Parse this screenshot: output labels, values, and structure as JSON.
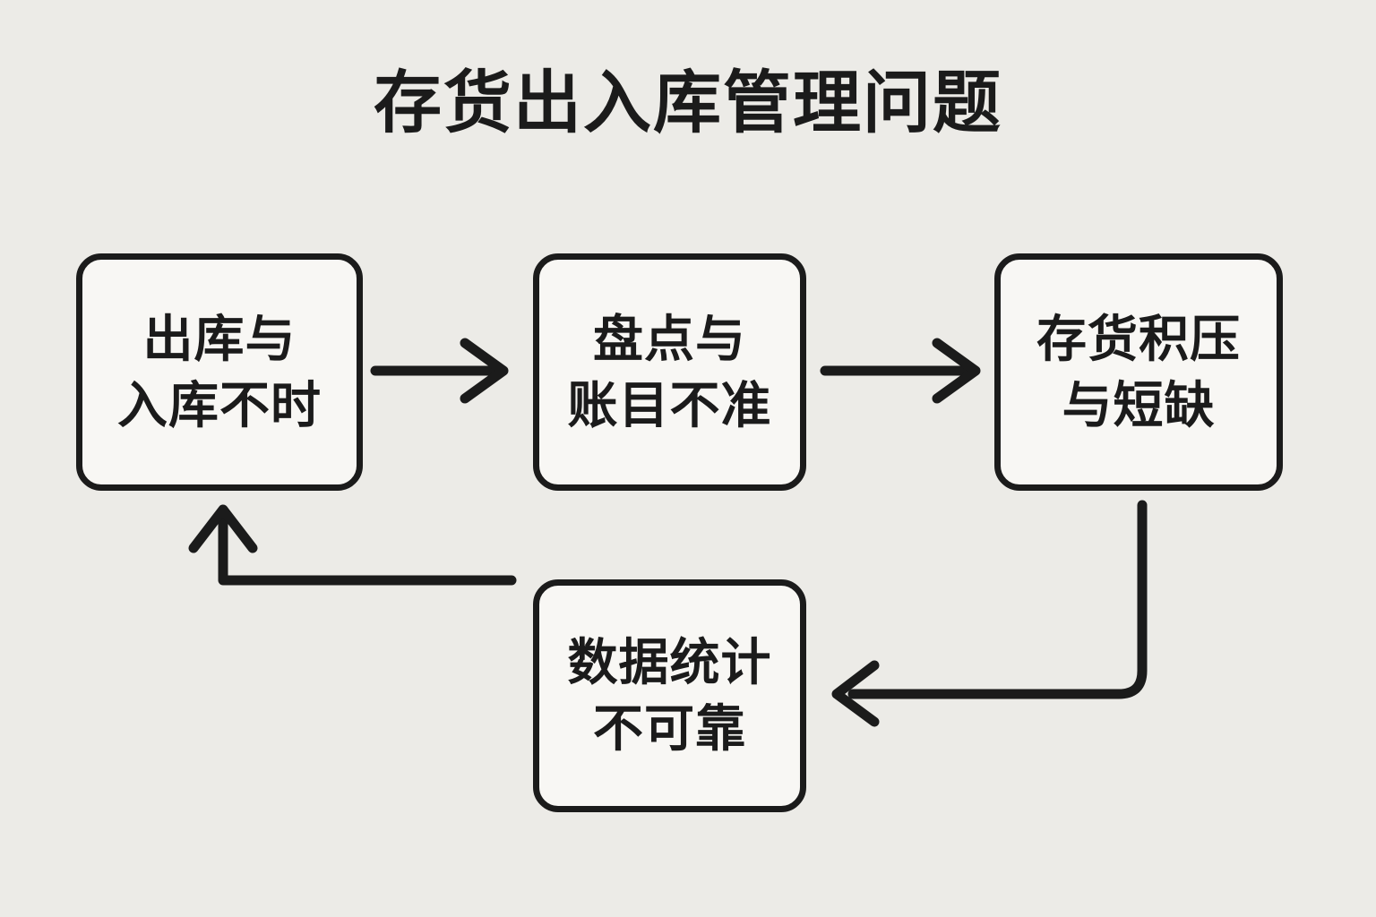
{
  "page": {
    "title": "存货出入库管理问题",
    "background_color": "#ECEBE7",
    "ink_color": "#1B1B1B",
    "node_fill_color": "#F8F7F4"
  },
  "diagram": {
    "type": "cycle-flowchart",
    "nodes": [
      {
        "id": "node-1",
        "line1": "出库与",
        "line2": "入库不时"
      },
      {
        "id": "node-2",
        "line1": "盘点与",
        "line2": "账目不准"
      },
      {
        "id": "node-3",
        "line1": "存货积压",
        "line2": "与短缺"
      },
      {
        "id": "node-4",
        "line1": "数据统计",
        "line2": "不可靠"
      }
    ],
    "edges": [
      {
        "id": "edge-1-2",
        "from": "node-1",
        "to": "node-2",
        "direction": "right"
      },
      {
        "id": "edge-2-3",
        "from": "node-2",
        "to": "node-3",
        "direction": "right"
      },
      {
        "id": "edge-3-4",
        "from": "node-3",
        "to": "node-4",
        "direction": "down-left"
      },
      {
        "id": "edge-4-1",
        "from": "node-4",
        "to": "node-1",
        "direction": "left-up"
      }
    ]
  }
}
